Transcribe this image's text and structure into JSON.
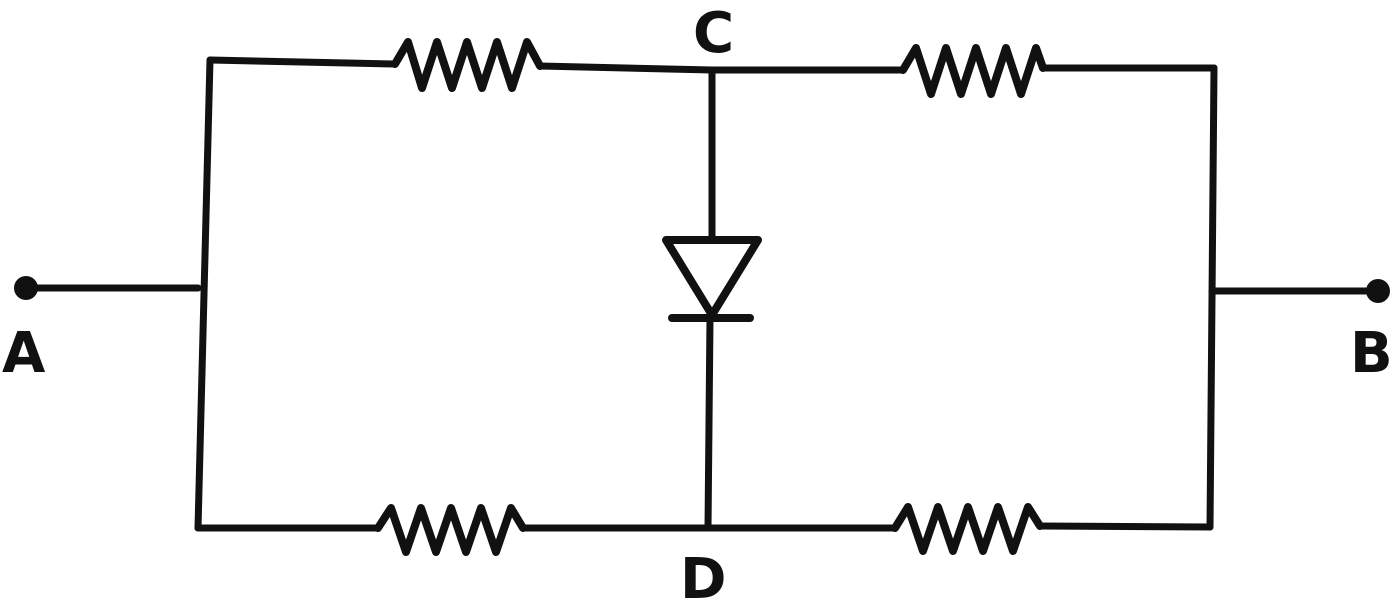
{
  "diagram": {
    "type": "circuit",
    "colors": {
      "ink": "#111111",
      "background": "#ffffff"
    },
    "labels": {
      "a": "A",
      "b": "B",
      "c": "C",
      "d": "D"
    },
    "components": {
      "resistors": [
        "top-left",
        "top-right",
        "bottom-left",
        "bottom-right"
      ],
      "diode": {
        "between": [
          "C",
          "D"
        ],
        "direction": "C to D"
      }
    },
    "terminals": [
      "A",
      "B"
    ]
  }
}
